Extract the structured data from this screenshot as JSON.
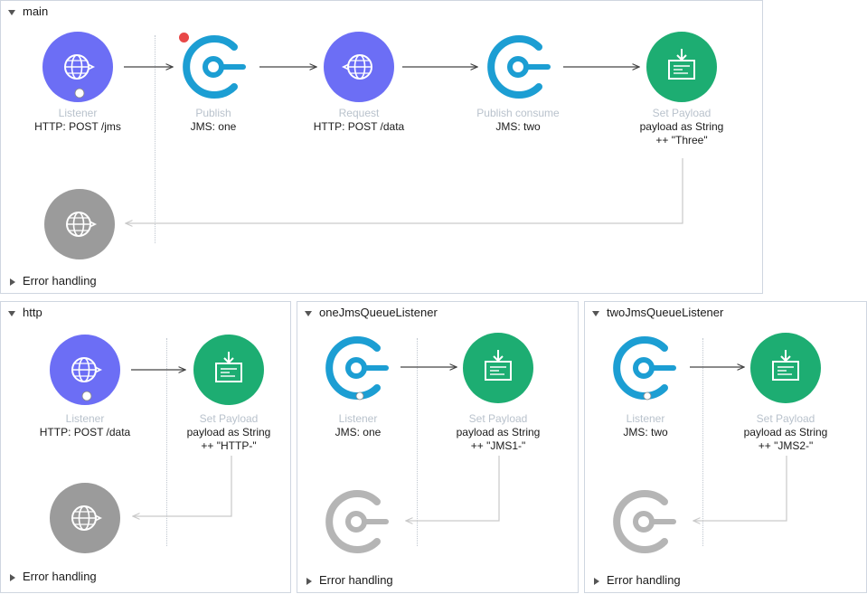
{
  "colors": {
    "http": "#6c6ef5",
    "jms": "#1c9ed3",
    "payload": "#1dad72",
    "inactive": "#9b9b9b",
    "arrow": "#444444"
  },
  "main": {
    "title": "main",
    "error_label": "Error handling",
    "nodes": [
      {
        "type": "Listener",
        "value": "HTTP: POST /jms",
        "icon": "globe-icon"
      },
      {
        "type": "Publish",
        "value": "JMS: one",
        "icon": "jms-icon"
      },
      {
        "type": "Request",
        "value": "HTTP: POST /data",
        "icon": "globe-icon"
      },
      {
        "type": "Publish consume",
        "value": "JMS: two",
        "icon": "jms-icon"
      },
      {
        "type": "Set Payload",
        "value": "payload as String\n++ \"Three\"",
        "icon": "payload-icon"
      }
    ]
  },
  "http": {
    "title": "http",
    "error_label": "Error handling",
    "nodes": [
      {
        "type": "Listener",
        "value": "HTTP: POST /data",
        "icon": "globe-icon"
      },
      {
        "type": "Set Payload",
        "value": "payload as String\n++ \"HTTP-\"",
        "icon": "payload-icon"
      }
    ]
  },
  "one": {
    "title": "oneJmsQueueListener",
    "error_label": "Error handling",
    "nodes": [
      {
        "type": "Listener",
        "value": "JMS: one",
        "icon": "jms-icon"
      },
      {
        "type": "Set Payload",
        "value": "payload as String\n++ \"JMS1-\"",
        "icon": "payload-icon"
      }
    ]
  },
  "two": {
    "title": "twoJmsQueueListener",
    "error_label": "Error handling",
    "nodes": [
      {
        "type": "Listener",
        "value": "JMS: two",
        "icon": "jms-icon"
      },
      {
        "type": "Set Payload",
        "value": "payload as String\n++ \"JMS2-\"",
        "icon": "payload-icon"
      }
    ]
  }
}
